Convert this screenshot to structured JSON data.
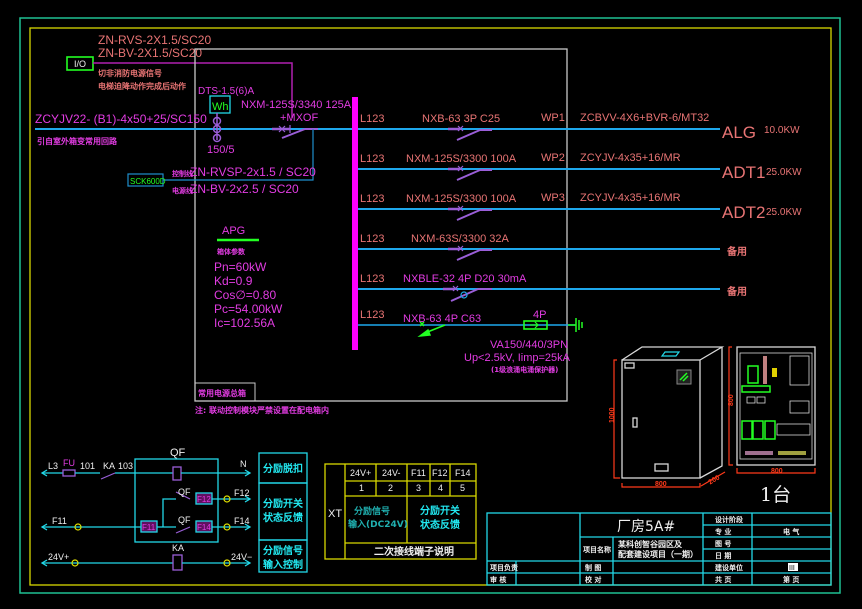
{
  "colors": {
    "background": "#000000",
    "outer_frame": "#1fc092",
    "inner_frame": "#d8d800",
    "bus": "#ff00ff",
    "feeder_line": "#1ea8ec",
    "label_salmon": "#e87474",
    "label_magenta": "#e23ce2",
    "switch": "#9a5ed8",
    "green": "#22ff22",
    "cyan": "#22d8e8"
  },
  "header_cables": {
    "line1": "ZN-RVS-2X1.5/SC20",
    "line2": "ZN-BV-2X1.5/SC20"
  },
  "io_module": {
    "label": "I/O",
    "note_line1": "切非消防电源信号",
    "note_line2": "电梯迫降动作完成后动作"
  },
  "incoming": {
    "cable": "ZCYJV22- (B1)-4x50+25/SC150",
    "source": "引自室外箱变常用回路",
    "meter_model": "DTS-1.5(6)A",
    "meter_symbol": "Wh",
    "ct_ratio": "150/5",
    "breaker": "NXM-125S/3340 125A",
    "breaker_accessory": "+MXOF"
  },
  "shunt_module": {
    "label": "SCK600D",
    "control_prefix": "控制线",
    "control_cable": "ZN-RVSP-2x1.5 / SC20",
    "power_prefix": "电源线",
    "power_cable": "ZN-BV-2x2.5 / SC20"
  },
  "panel": {
    "name": "APG",
    "params_title": "箱体参数",
    "pn": "Pn=60kW",
    "kd": "Kd=0.9",
    "cos": "Cos∅=0.80",
    "pc": "Pc=54.00kW",
    "ic": "Ic=102.56A",
    "box_label": "常用电源总箱",
    "note": "注: 联动控制模块严禁设置在配电箱内"
  },
  "circuits": [
    {
      "phase": "L123",
      "breaker": "NXB-63 3P C25",
      "id": "WP1",
      "cable": "ZCBVV-4X6+BVR-6/MT32",
      "load": "ALG",
      "power": "10.0KW"
    },
    {
      "phase": "L123",
      "breaker": "NXM-125S/3300 100A",
      "id": "WP2",
      "cable": "ZCYJV-4x35+16/MR",
      "load": "ADT1",
      "power": "25.0KW"
    },
    {
      "phase": "L123",
      "breaker": "NXM-125S/3300 100A",
      "id": "WP3",
      "cable": "ZCYJV-4x35+16/MR",
      "load": "ADT2",
      "power": "25.0KW"
    },
    {
      "phase": "L123",
      "breaker": "NXM-63S/3300 32A",
      "load": "备用"
    },
    {
      "phase": "L123",
      "breaker": "NXBLE-32 4P D20 30mA",
      "load": "备用"
    },
    {
      "phase": "L123",
      "breaker": "NXB-63 4P C63"
    }
  ],
  "spd": {
    "poles": "4P",
    "model": "VA150/440/3PN",
    "rating": "Up<2.5kV, Iimp=25kA",
    "desc": "(1级浪涌电涌保护器)"
  },
  "cabinet": {
    "quantity": "1台",
    "front_width": "800",
    "front_height": "1000",
    "depth": "200",
    "inner_height": "800",
    "inner_width": "800"
  },
  "control_circuit": {
    "qf_label": "QF",
    "l3": "L3",
    "fu": "FU",
    "n101": "101",
    "ka": "KA",
    "n103": "103",
    "n": "N",
    "qf_contact1": "QF",
    "qf_contact2": "QF",
    "f12_box": "F12",
    "f12": "F12",
    "f11": "F11",
    "f11_box": "F11",
    "f14_box": "F14",
    "f14": "F14",
    "v24p": "24V+",
    "ka_coil": "KA",
    "v24n": "24V−",
    "legend": [
      "分励脱扣",
      "分励开关",
      "状态反馈",
      "分励信号",
      "输入控制"
    ]
  },
  "terminal_table": {
    "title": "XT",
    "headers": [
      "24V+",
      "24V-",
      "F11",
      "F12",
      "F14"
    ],
    "numbers": [
      "1",
      "2",
      "3",
      "4",
      "5"
    ],
    "desc_left_1": "分励信号",
    "desc_left_2": "输入(DC24V)",
    "desc_right_1": "分励开关",
    "desc_right_2": "状态反馈",
    "footer": "二次接线端子说明"
  },
  "title_block": {
    "drawing_name": "厂房5A#",
    "project_label": "项目名称",
    "project_name_1": "某科创智谷园区及",
    "project_name_2": "配套建设项目（一期）",
    "pm": "项目负责",
    "review": "审  核",
    "drawn": "制  图",
    "check": "校  对",
    "stage": "设计阶段",
    "discipline": "专  业",
    "discipline_value": "电  气",
    "drawing_no": "图  号",
    "date": "日  期",
    "client": "建设单位",
    "client_value": "III",
    "total": "共  页",
    "sheet": "第  页"
  }
}
